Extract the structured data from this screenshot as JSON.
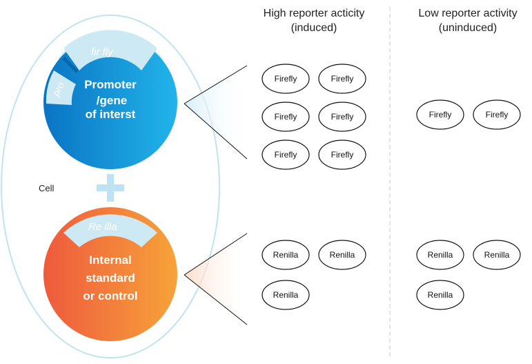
{
  "headers": {
    "high": {
      "line1": "High reporter acticity",
      "line2": "(induced)"
    },
    "low": {
      "line1": "Low reporter activity",
      "line2": "(uninduced)"
    }
  },
  "cell_label": "Cell",
  "plasmid_top": {
    "arc_label": "fir fly",
    "side_label": "pro",
    "center_lines": [
      "Promoter",
      "/gene",
      "of interst"
    ]
  },
  "plasmid_bottom": {
    "arc_label": "Re illa",
    "center_lines": [
      "Internal",
      "standard",
      "or control"
    ]
  },
  "reporters": {
    "firefly_label": "Firefly",
    "renilla_label": "Renilla",
    "high_firefly_count": 6,
    "low_firefly_count": 2,
    "high_renilla_count": 3,
    "low_renilla_count": 3
  },
  "colors": {
    "blue_dark": "#0a74c4",
    "blue_light": "#22b4ea",
    "orange_left": "#ee5a3c",
    "orange_right": "#f7a33a",
    "band": "#cde9f4",
    "cell_outline": "#bfe3f1",
    "plus": "#bde3f2",
    "divider": "#c8c8c8"
  }
}
